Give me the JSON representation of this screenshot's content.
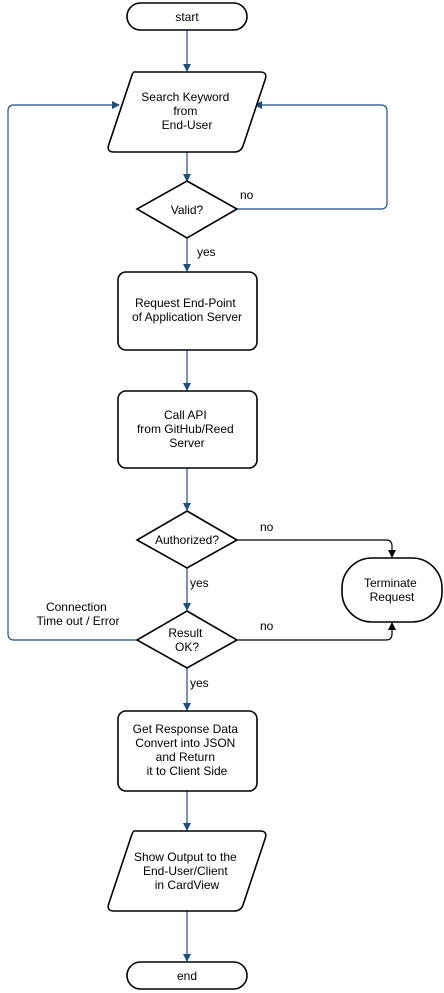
{
  "nodes": {
    "start": {
      "text": "start"
    },
    "search": {
      "lines": [
        "Search Keyword",
        "from",
        "End-User"
      ]
    },
    "valid": {
      "text": "Valid?"
    },
    "request": {
      "lines": [
        "Request End-Point",
        "of Application Server"
      ]
    },
    "call_api": {
      "lines": [
        "Call API",
        "from GitHub/Reed",
        "Server"
      ]
    },
    "authorized": {
      "text": "Authorized?"
    },
    "terminate": {
      "lines": [
        "Terminate",
        "Request"
      ]
    },
    "result": {
      "lines": [
        "Result",
        "OK?"
      ]
    },
    "get_response": {
      "lines": [
        "Get Response Data",
        "Convert into JSON",
        "and Return",
        "it to Client Side"
      ]
    },
    "show_output": {
      "lines": [
        "Show Output to the",
        "End-User/Client",
        "in CardView"
      ]
    },
    "end": {
      "text": "end"
    }
  },
  "edge_labels": {
    "valid_no": "no",
    "valid_yes": "yes",
    "authorized_no": "no",
    "authorized_yes": "yes",
    "result_no": "no",
    "result_yes": "yes",
    "error_lines": [
      "Connection",
      "Time out / Error"
    ]
  }
}
